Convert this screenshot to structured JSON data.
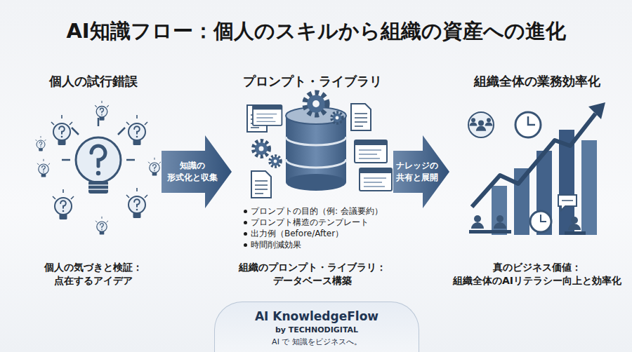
{
  "diagram": {
    "title": "AI知識フロー：個人のスキルから組織の資産への進化",
    "nodes": [
      {
        "text": [
          "個人の試行錯誤",
          "個人の気づきと検証： 点在するアイデア"
        ]
      },
      {
        "text": [
          "プロンプト・ライブラリ",
          "プロンプトの目的（例: 会議要約）",
          "プロンプト構造のテンプレート",
          "出力例（Before/After）",
          "時間削減効果",
          "組織のプロンプト・ライブラリ： データベース構築"
        ]
      },
      {
        "text": [
          "組織全体の業務効率化",
          "真のビジネス価値： 組織全体のAIリテラシー向上と効率化"
        ]
      },
      {
        "text": [
          "AI KnowledgeFlow",
          "by TECHNODIGITAL",
          "AI で 知識をビジネスへ。"
        ]
      }
    ],
    "edges": [
      {
        "from": 0,
        "to": 1,
        "arrow": "to",
        "label": "知識の 形式化と収集"
      },
      {
        "from": 1,
        "to": 2,
        "arrow": "to",
        "label": "ナレッジの 共有と展開"
      }
    ]
  }
}
